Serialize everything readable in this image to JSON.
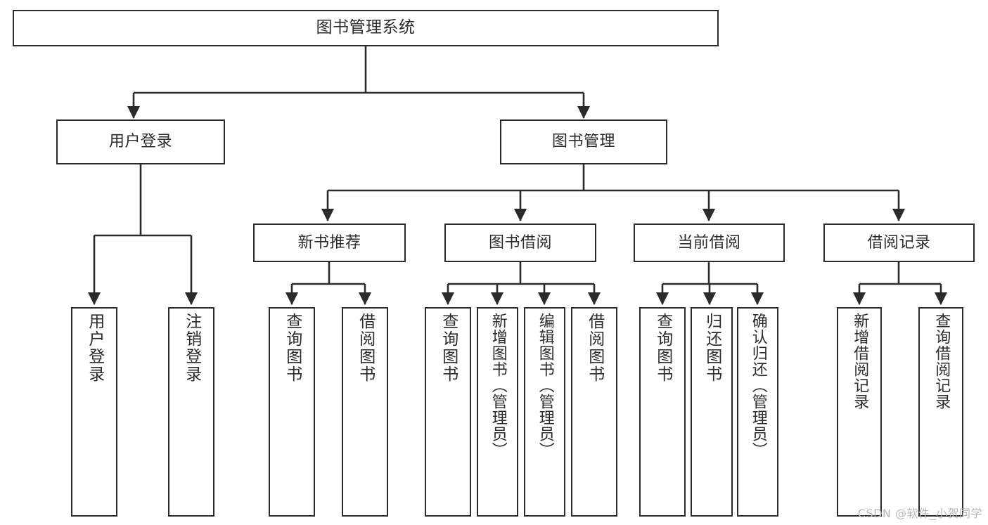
{
  "diagram": {
    "title": "图书管理系统",
    "type": "hierarchy-tree",
    "watermark": "CSDN @软件_小贺同学",
    "colors": {
      "stroke": "#2b2b2b",
      "fill": "#ffffff",
      "text": "#2b2b2b",
      "watermark": "#b9b9b9",
      "background": "#ffffff"
    },
    "nodes": {
      "root": {
        "label": "图书管理系统",
        "level": 1
      },
      "user_login": {
        "label": "用户登录",
        "level": 2
      },
      "book_manage": {
        "label": "图书管理",
        "level": 2
      },
      "new_book_rec": {
        "label": "新书推荐",
        "level": 3
      },
      "book_borrow": {
        "label": "图书借阅",
        "level": 3
      },
      "current_borrow": {
        "label": "当前借阅",
        "level": 3
      },
      "borrow_record": {
        "label": "借阅记录",
        "level": 3
      },
      "leaf_user_login": {
        "label": "用户登录",
        "level": 3
      },
      "leaf_logout": {
        "label": "注销登录",
        "level": 3
      },
      "leaf_query_book_1": {
        "label": "查询图书",
        "level": 4
      },
      "leaf_borrow_book_1": {
        "label": "借阅图书",
        "level": 4
      },
      "leaf_query_book_2": {
        "label": "查询图书",
        "level": 4
      },
      "leaf_add_book": {
        "label": "新增图书（管理员）",
        "level": 4
      },
      "leaf_edit_book": {
        "label": "编辑图书（管理员）",
        "level": 4
      },
      "leaf_borrow_book_2": {
        "label": "借阅图书",
        "level": 4
      },
      "leaf_query_book_3": {
        "label": "查询图书",
        "level": 4
      },
      "leaf_return_book": {
        "label": "归还图书",
        "level": 4
      },
      "leaf_confirm_return": {
        "label": "确认归还（管理员）",
        "level": 4
      },
      "leaf_add_record": {
        "label": "新增借阅记录",
        "level": 4
      },
      "leaf_query_record": {
        "label": "查询借阅记录",
        "level": 4
      }
    },
    "edges": [
      {
        "from": "root",
        "to": "user_login"
      },
      {
        "from": "root",
        "to": "book_manage"
      },
      {
        "from": "user_login",
        "to": "leaf_user_login"
      },
      {
        "from": "user_login",
        "to": "leaf_logout"
      },
      {
        "from": "book_manage",
        "to": "new_book_rec"
      },
      {
        "from": "book_manage",
        "to": "book_borrow"
      },
      {
        "from": "book_manage",
        "to": "current_borrow"
      },
      {
        "from": "book_manage",
        "to": "borrow_record"
      },
      {
        "from": "new_book_rec",
        "to": "leaf_query_book_1"
      },
      {
        "from": "new_book_rec",
        "to": "leaf_borrow_book_1"
      },
      {
        "from": "book_borrow",
        "to": "leaf_query_book_2"
      },
      {
        "from": "book_borrow",
        "to": "leaf_add_book"
      },
      {
        "from": "book_borrow",
        "to": "leaf_edit_book"
      },
      {
        "from": "book_borrow",
        "to": "leaf_borrow_book_2"
      },
      {
        "from": "current_borrow",
        "to": "leaf_query_book_3"
      },
      {
        "from": "current_borrow",
        "to": "leaf_return_book"
      },
      {
        "from": "current_borrow",
        "to": "leaf_confirm_return"
      },
      {
        "from": "borrow_record",
        "to": "leaf_add_record"
      },
      {
        "from": "borrow_record",
        "to": "leaf_query_record"
      }
    ]
  }
}
